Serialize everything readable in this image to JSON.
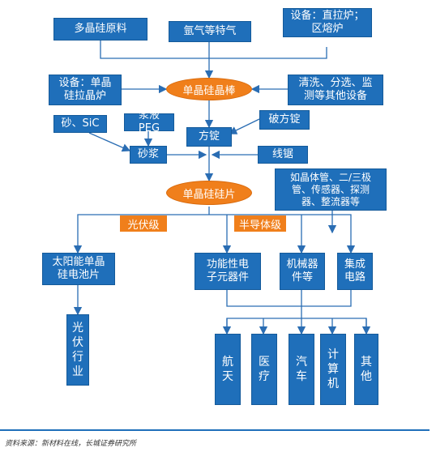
{
  "nodes": {
    "polysilicon": "多晶硅原料",
    "argon": "氩气等特气",
    "equip_top": "设备：直拉炉；\n区熔炉",
    "equip_left": "设备：单晶\n硅拉晶炉",
    "ingot": "单晶硅晶棒",
    "cleaning": "清洗、分选、监\n测等其他设备",
    "sand": "砂、SiC",
    "peg": "浆液PEG",
    "square_ingot": "方锭",
    "squaring": "破方锭",
    "slurry": "砂浆",
    "wire_saw": "线锯",
    "wafer": "单晶硅硅片",
    "devices": "如晶体管、二/三极\n管、传感器、探测\n器、整流器等",
    "pv_label": "光伏级",
    "semi_label": "半导体级",
    "solar_cell": "太阳能单晶\n硅电池片",
    "functional": "功能性电\n子元器件",
    "mechanical": "机械器\n件等",
    "ic": "集成\n电路",
    "pv_industry": "光\n伏\n行\n业",
    "aerospace": "航\n天",
    "medical": "医\n疗",
    "auto": "汽\n车",
    "computer": "计\n算\n机",
    "other": "其\n他"
  },
  "footer": "资料来源：新材料在线，长城证券研究所",
  "colors": {
    "box": "#1f6fba",
    "accent": "#f07f1b",
    "line": "#2a6db3"
  }
}
